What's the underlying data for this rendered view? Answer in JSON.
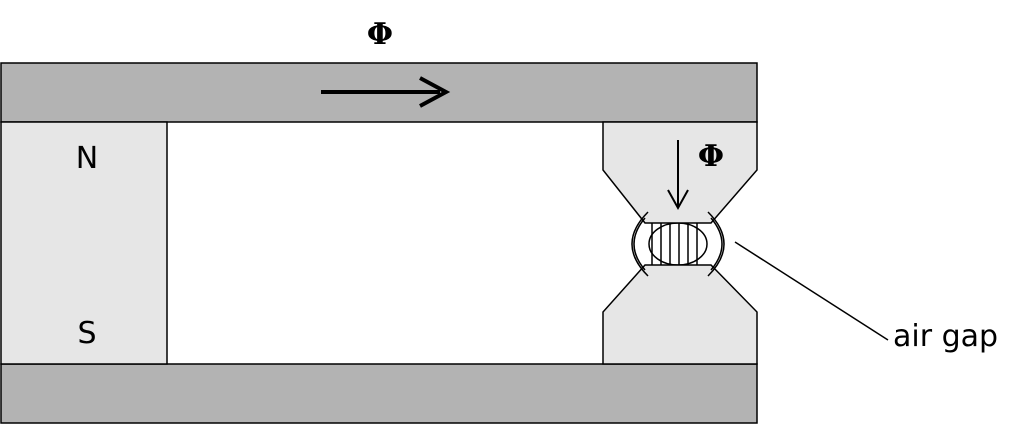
{
  "labels": {
    "flux_top": "Φ",
    "flux_gap": "Φ",
    "pole_north": "N",
    "pole_south": "S",
    "air_gap": "air gap"
  },
  "colors": {
    "yoke_fill": "#b3b3b3",
    "magnet_fill": "#e6e6e6",
    "gap_pole_fill": "#e6e6e6",
    "stroke": "#000000",
    "background": "#ffffff"
  },
  "icons": {
    "flux_top_arrow": "arrow-right-icon",
    "flux_gap_arrow": "arrow-down-icon"
  }
}
